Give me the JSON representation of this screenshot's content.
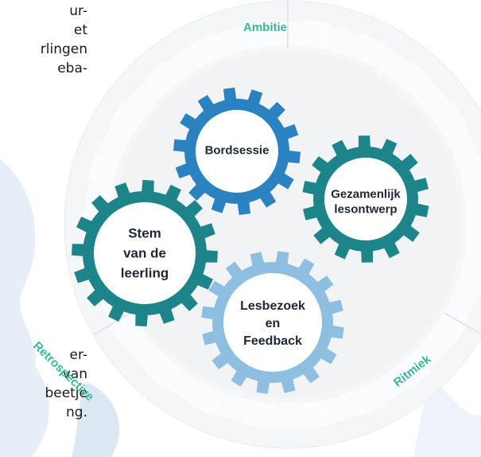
{
  "body_text_top": [
    "ur-",
    "et",
    "rlingen",
    "eba-"
  ],
  "body_text_bottom": [
    "er-",
    "van",
    "beetje",
    "ng."
  ],
  "ring": {
    "top_label": "Ambitie",
    "left_label": "Retrospective",
    "right_label": "Ritmiek"
  },
  "gears": {
    "bordsessie": {
      "label": [
        "Bordsessie"
      ],
      "color": "#2a82c0"
    },
    "gezamenlijk": {
      "label": [
        "Gezamenlijk",
        "lesontwerp"
      ],
      "color": "#1d8589"
    },
    "stem": {
      "label": [
        "Stem",
        "van de",
        "leerling"
      ],
      "color": "#1d8589"
    },
    "lesbezoek": {
      "label": [
        "Lesbezoek",
        "en",
        "Feedback"
      ],
      "color": "#8fbfe0"
    }
  },
  "colors": {
    "ring_label": "#3cb39b",
    "backdrop": "#e6eff7",
    "disc": "#f4f6f8"
  }
}
